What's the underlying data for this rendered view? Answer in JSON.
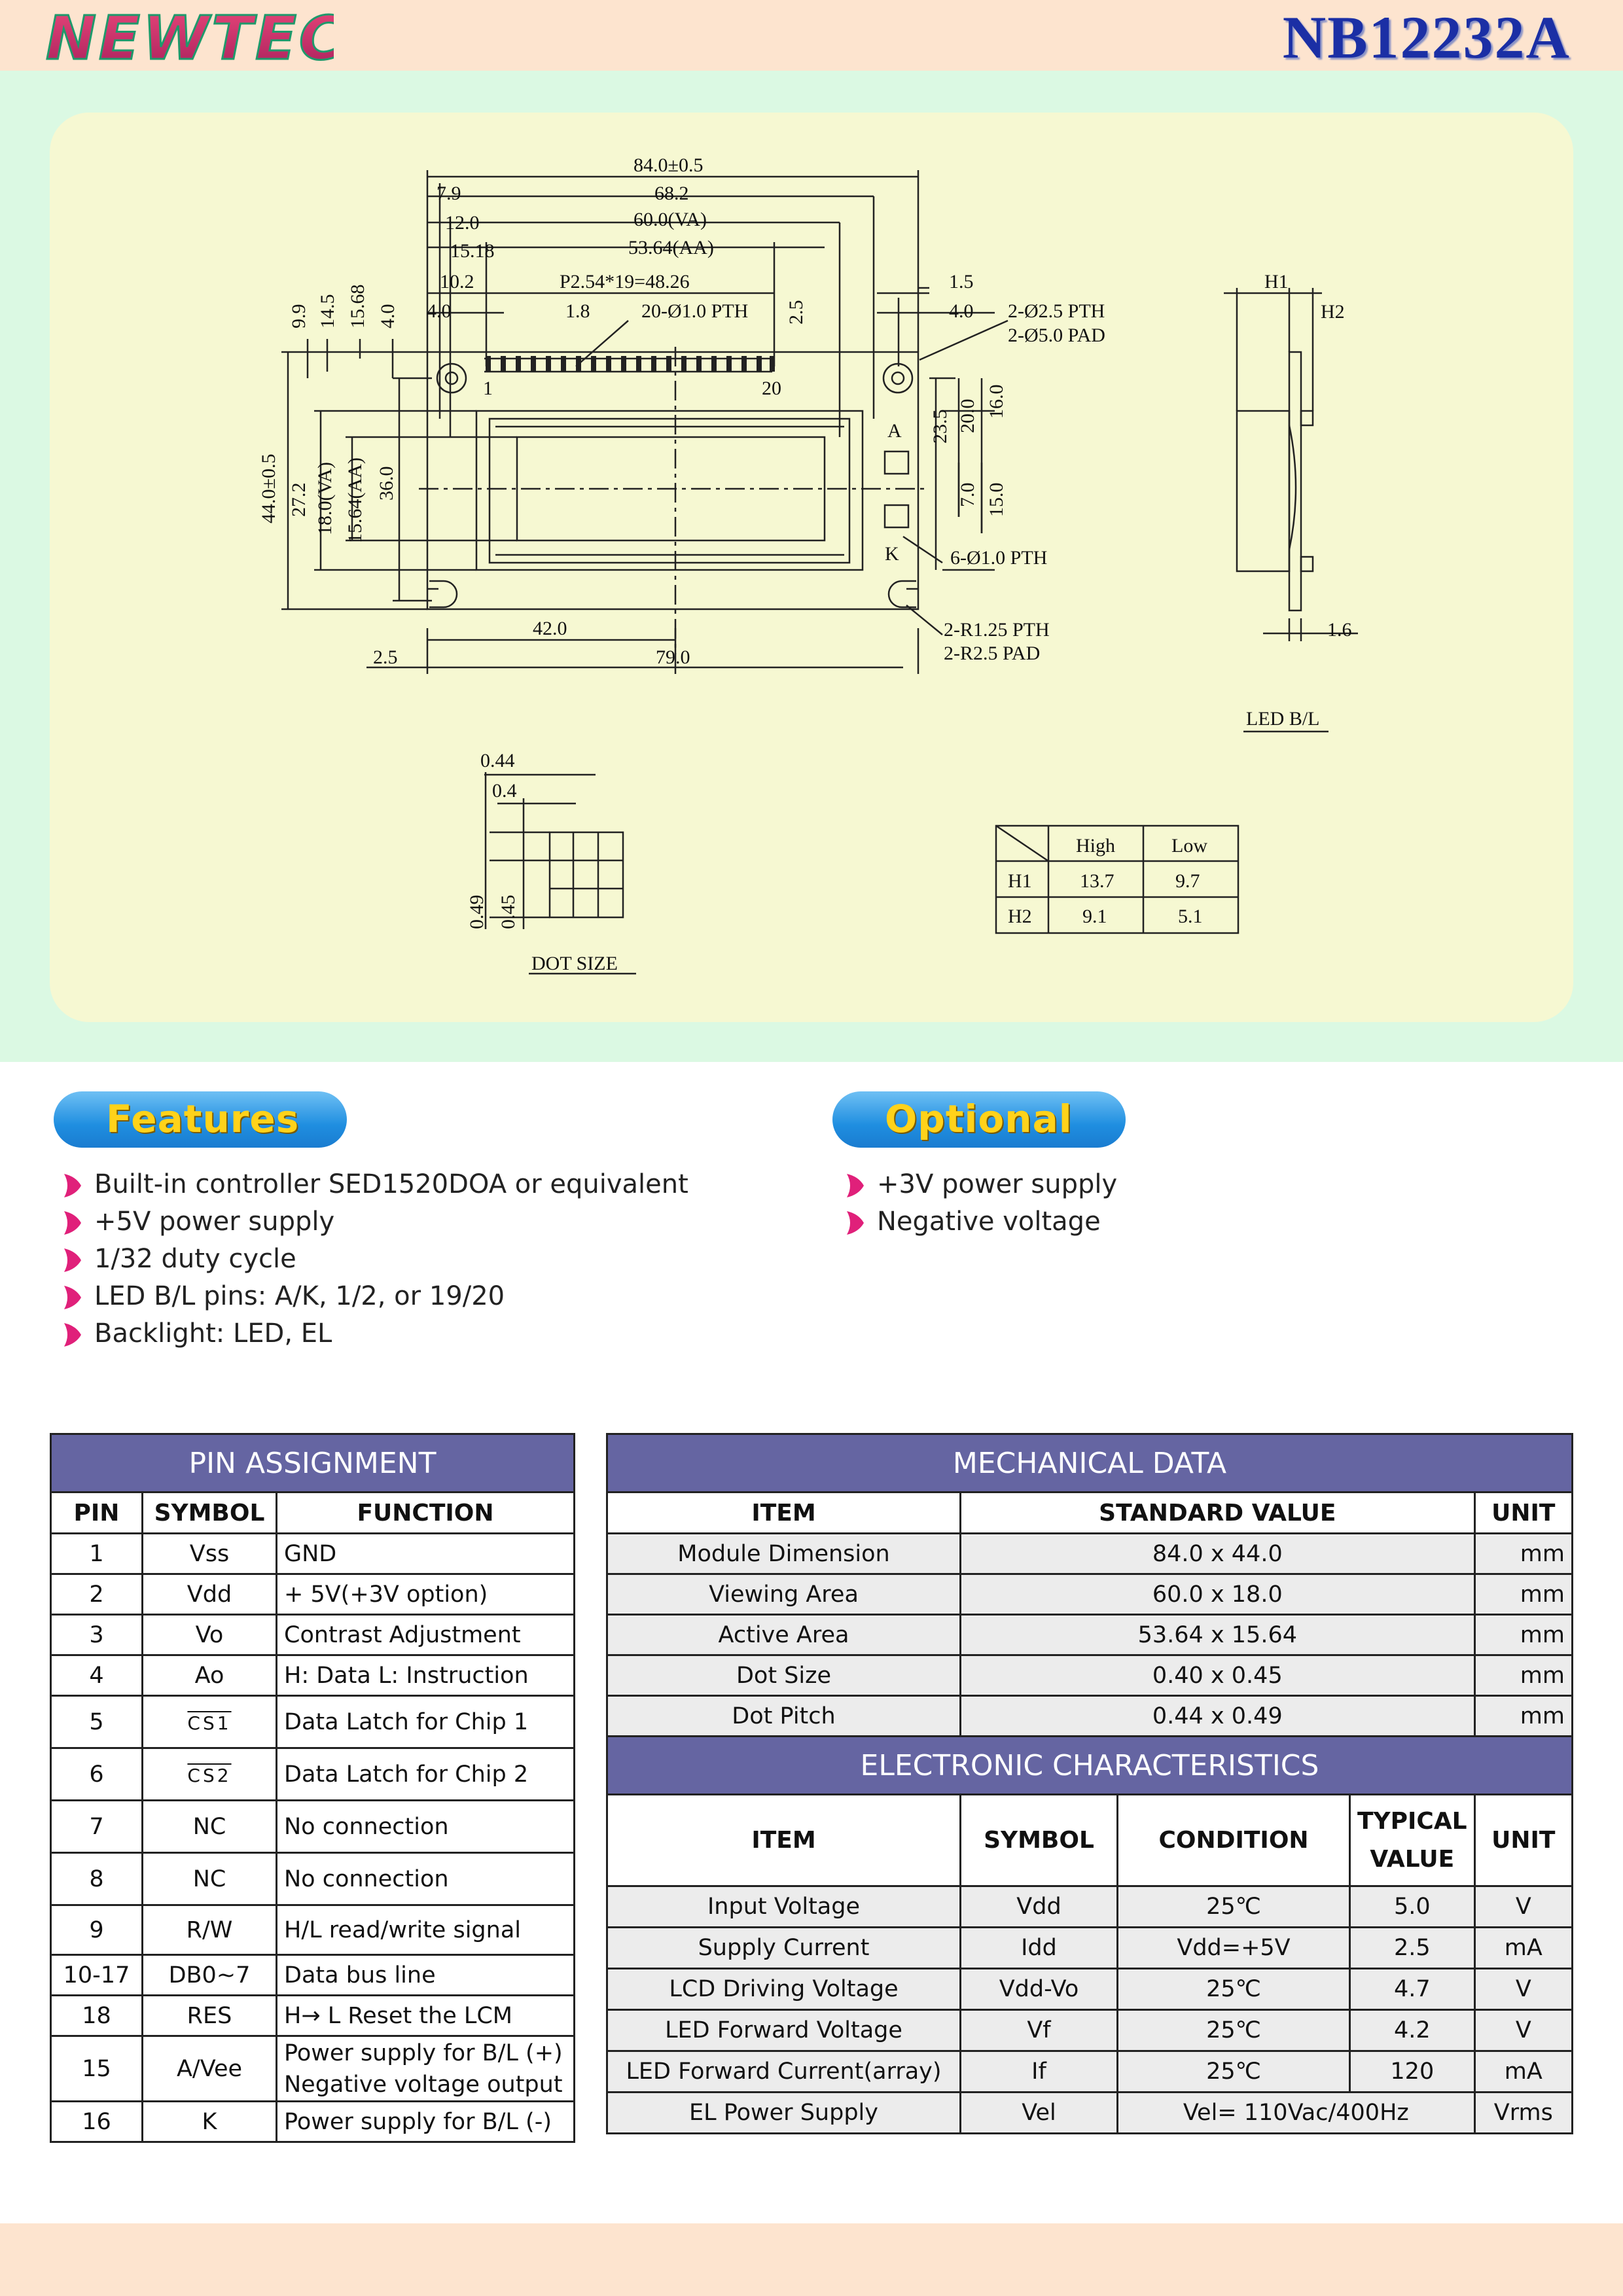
{
  "header": {
    "brand": "NEWTEC",
    "model": "NB12232A"
  },
  "drawing": {
    "dims_top": [
      "84.0±0.5",
      "7.9",
      "68.2",
      "12.0",
      "60.0(VA)",
      "15.18",
      "53.64(AA)",
      "10.2",
      "P2.54*19=48.26",
      "4.0",
      "1.8",
      "20-Ø1.0 PTH",
      "2.5",
      "1.5",
      "4.0",
      "2-Ø2.5 PTH",
      "2-Ø5.0 PAD"
    ],
    "dims_left": [
      "9.9",
      "14.5",
      "15.68",
      "4.0",
      "44.0±0.5",
      "27.2",
      "18.0(VA)",
      "15.64(AA)",
      "36.0"
    ],
    "dims_right": [
      "23.5",
      "20.0",
      "16.0",
      "7.0",
      "15.0",
      "6-Ø1.0 PTH",
      "2-R1.25 PTH",
      "2-R2.5 PAD"
    ],
    "dims_bottom": [
      "42.0",
      "2.5",
      "79.0"
    ],
    "pin_first": "1",
    "pin_last": "20",
    "anode": "A",
    "cathode": "K",
    "side": {
      "h1": "H1",
      "h2": "H2",
      "thick": "1.6",
      "caption": "LED B/L"
    },
    "dot": {
      "w1": "0.44",
      "w2": "0.4",
      "h1": "0.49",
      "h2": "0.45",
      "caption": "DOT SIZE"
    },
    "hl_table": {
      "col1": "High",
      "col2": "Low",
      "rows": [
        {
          "name": "H1",
          "high": "13.7",
          "low": "9.7"
        },
        {
          "name": "H2",
          "high": "9.1",
          "low": "5.1"
        }
      ]
    }
  },
  "features": {
    "title": "Features",
    "items": [
      "Built-in controller SED1520DOA or equivalent",
      "+5V power supply",
      "1/32 duty cycle",
      "LED B/L pins: A/K, 1/2, or 19/20",
      "Backlight: LED, EL"
    ]
  },
  "optional": {
    "title": "Optional",
    "items": [
      "+3V power supply",
      "Negative voltage"
    ]
  },
  "pin_assignment": {
    "title": "PIN ASSIGNMENT",
    "headers": [
      "PIN",
      "SYMBOL",
      "FUNCTION"
    ],
    "rows": [
      {
        "pin": "1",
        "symbol": "Vss",
        "function": "GND"
      },
      {
        "pin": "2",
        "symbol": "Vdd",
        "function": "+ 5V(+3V option)"
      },
      {
        "pin": "3",
        "symbol": "Vo",
        "function": "Contrast Adjustment"
      },
      {
        "pin": "4",
        "symbol": "Ao",
        "function": "H: Data L: Instruction"
      },
      {
        "pin": "5",
        "symbol": "CS1",
        "function": "Data Latch for Chip 1"
      },
      {
        "pin": "6",
        "symbol": "CS2",
        "function": "Data Latch for Chip 2"
      },
      {
        "pin": "7",
        "symbol": "NC",
        "function": "No connection"
      },
      {
        "pin": "8",
        "symbol": "NC",
        "function": "No connection"
      },
      {
        "pin": "9",
        "symbol": "R/W",
        "function": "H/L read/write signal"
      },
      {
        "pin": "10-17",
        "symbol": "DB0~7",
        "function": "Data bus line"
      },
      {
        "pin": "18",
        "symbol": "RES",
        "function": "H→ L Reset the LCM"
      },
      {
        "pin": "15",
        "symbol": "A/Vee",
        "function": "Power supply for B/L (+)",
        "function2": "Negative voltage output"
      },
      {
        "pin": "16",
        "symbol": "K",
        "function": "Power supply for B/L (-)"
      }
    ]
  },
  "mechanical": {
    "title": "MECHANICAL DATA",
    "headers": [
      "ITEM",
      "STANDARD VALUE",
      "UNIT"
    ],
    "rows": [
      {
        "item": "Module Dimension",
        "value": "84.0 x 44.0",
        "unit": "mm"
      },
      {
        "item": "Viewing Area",
        "value": "60.0 x 18.0",
        "unit": "mm"
      },
      {
        "item": "Active Area",
        "value": "53.64 x 15.64",
        "unit": "mm"
      },
      {
        "item": "Dot Size",
        "value": "0.40 x 0.45",
        "unit": "mm"
      },
      {
        "item": "Dot Pitch",
        "value": "0.44 x 0.49",
        "unit": "mm"
      }
    ]
  },
  "electronic": {
    "title": "ELECTRONIC CHARACTERISTICS",
    "headers": [
      "ITEM",
      "SYMBOL",
      "CONDITION",
      "TYPICAL",
      "VALUE",
      "UNIT"
    ],
    "rows": [
      {
        "item": "Input Voltage",
        "symbol": "Vdd",
        "condition": "25℃",
        "value": "5.0",
        "unit": "V"
      },
      {
        "item": "Supply Current",
        "symbol": "Idd",
        "condition": "Vdd=+5V",
        "value": "2.5",
        "unit": "mA"
      },
      {
        "item": "LCD Driving Voltage",
        "symbol": "Vdd-Vo",
        "condition": "25℃",
        "value": "4.7",
        "unit": "V"
      },
      {
        "item": "LED Forward Voltage",
        "symbol": "Vf",
        "condition": "25℃",
        "value": "4.2",
        "unit": "V"
      },
      {
        "item": "LED Forward Current(array)",
        "symbol": "If",
        "condition": "25℃",
        "value": "120",
        "unit": "mA"
      },
      {
        "item": "EL Power Supply",
        "symbol": "Vel",
        "condition": "Vel= 110Vac/400Hz",
        "value": "",
        "unit": "Vrms"
      }
    ]
  },
  "colors": {
    "header_band": "#fde4cf",
    "drawing_zone": "#dbf9e3",
    "drawing_panel": "#f6f8d2",
    "table_head": "#6565a2",
    "pill_blue": "#1f8ee0",
    "pill_text": "#ffd21a",
    "bullet": "#e0207a",
    "model_text": "#1b2fa5"
  }
}
